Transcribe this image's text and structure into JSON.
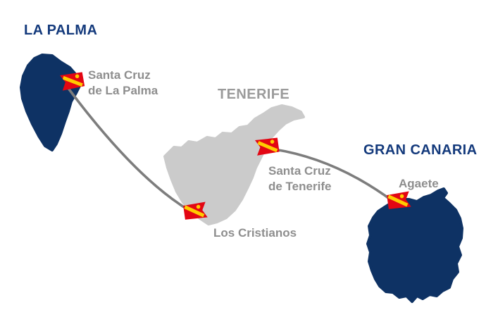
{
  "colors": {
    "navy_island": "#0e3264",
    "navy_title": "#143a7c",
    "gray_island": "#cbcbcb",
    "gray_text": "#8e8e8e",
    "route_gray": "#7d7d7d",
    "flag_red": "#e30613",
    "flag_yellow": "#ffcc00",
    "bg": "#ffffff"
  },
  "icons": {
    "port_marker": "red-swallowtail-ferry-flag with yellow diagonal stripe and yellow dot"
  },
  "islands": [
    {
      "label": "LA PALMA",
      "style": "highlighted-navy"
    },
    {
      "label": "TENERIFE",
      "style": "muted-gray"
    },
    {
      "label": "GRAN CANARIA",
      "style": "highlighted-navy"
    }
  ],
  "ports": [
    {
      "line1": "Santa Cruz",
      "line2": "de La Palma"
    },
    {
      "line1": "Santa Cruz",
      "line2": "de Tenerife"
    },
    {
      "line1": "Los Cristianos"
    },
    {
      "line1": "Agaete"
    }
  ],
  "routes": [
    {
      "from": "Santa Cruz de La Palma",
      "to": "Los Cristianos"
    },
    {
      "from": "Santa Cruz de Tenerife",
      "to": "Agaete"
    }
  ]
}
